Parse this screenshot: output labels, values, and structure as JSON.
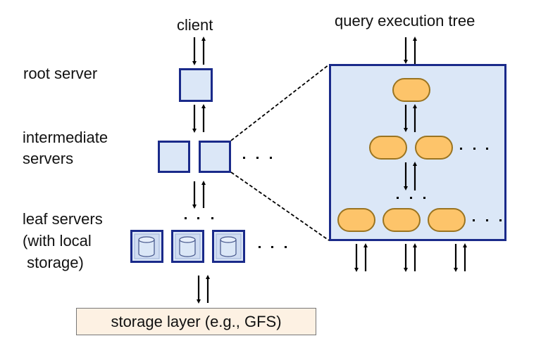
{
  "diagram": {
    "title_client": "client",
    "title_tree": "query execution tree",
    "labels": {
      "root": "root server",
      "intermediate_1": "intermediate",
      "intermediate_2": "servers",
      "leaf_1": "leaf servers",
      "leaf_2": "(with local",
      "leaf_3": " storage)"
    },
    "storage_layer": "storage layer (e.g., GFS)",
    "ellipsis": ". . .",
    "colors": {
      "server_fill": "#dbe7f7",
      "server_border": "#1a2a8a",
      "node_fill": "#fdc46a",
      "node_border": "#9a7421",
      "storage_fill": "#fdf1e3"
    },
    "tiers": [
      {
        "name": "root server",
        "count": 1
      },
      {
        "name": "intermediate servers",
        "count": 2,
        "more": true
      },
      {
        "name": "leaf servers",
        "count": 3,
        "more": true
      }
    ],
    "tree_levels": [
      {
        "nodes": 1
      },
      {
        "nodes": 2,
        "more": true
      },
      {
        "nodes": 3,
        "more": true
      }
    ]
  }
}
